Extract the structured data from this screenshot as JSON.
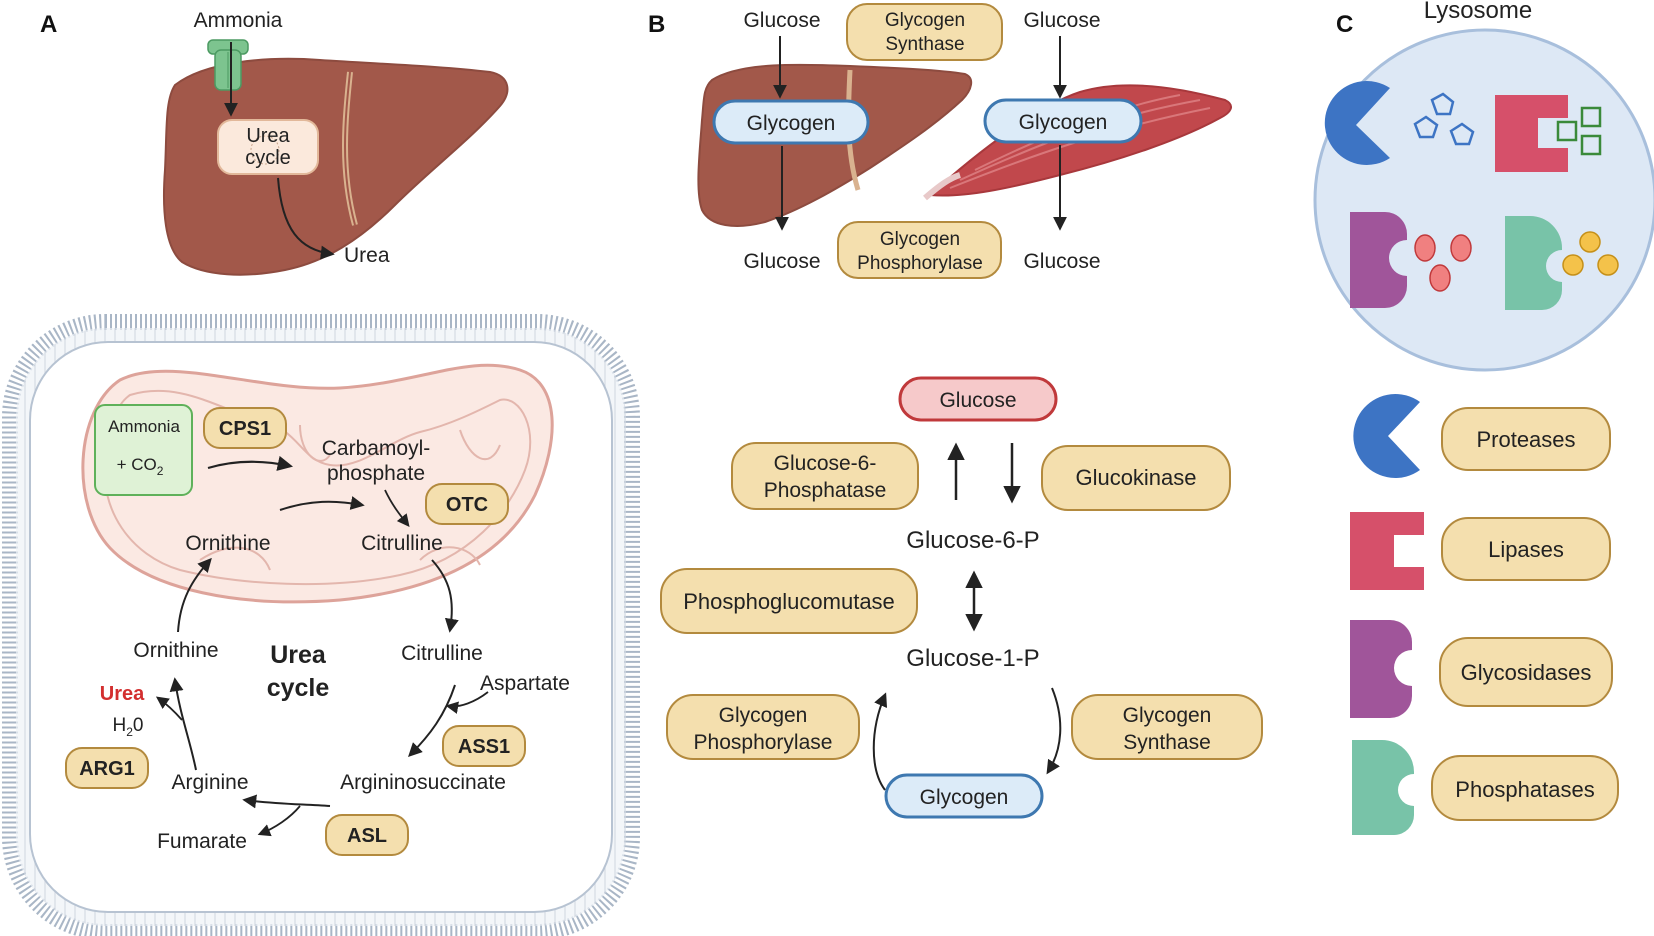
{
  "colors": {
    "enzyme_fill": "#f4dfae",
    "enzyme_stroke": "#b38a3e",
    "glycogen_fill": "#dcebf8",
    "glycogen_stroke": "#3e78b0",
    "glucose_fill": "#f6c9ca",
    "glucose_stroke": "#c0393b",
    "liver": "#a2584a",
    "muscle": "#c1484c",
    "lysosome_fill": "#dde8f5",
    "lysosome_stroke": "#a8bfdc",
    "membrane": "#a9b6c6",
    "mito_fill": "#fbe9e3",
    "mito_stroke": "#dda39a",
    "protease": "#3d74c4",
    "lipase": "#d6506a",
    "glycosidase": "#a0559a",
    "phosphatase": "#78c3a8",
    "urea_red": "#d32f2f"
  },
  "icons": {
    "protease": "pacman-enzyme-icon",
    "lipase": "notched-rectangle-enzyme-icon",
    "glycosidase": "half-round-enzyme-icon",
    "phosphatase": "half-round-enzyme-icon",
    "liver": "liver-organ-icon",
    "muscle": "muscle-organ-icon",
    "channel": "ammonia-channel-icon"
  },
  "panel_a": {
    "letter": "A",
    "liver": {
      "ammonia": "Ammonia",
      "urea_cycle_line1": "Urea",
      "urea_cycle_line2": "cycle",
      "urea": "Urea"
    },
    "cell": {
      "ammonia": "Ammonia",
      "co2_prefix": "+ CO",
      "co2_sub": "2",
      "cps1": "CPS1",
      "carbamoyl_line1": "Carbamoyl-",
      "carbamoyl_line2": "phosphate",
      "otc": "OTC",
      "ornithine_mito": "Ornithine",
      "citrulline_mito": "Citrulline",
      "ornithine": "Ornithine",
      "citrulline": "Citrulline",
      "aspartate": "Aspartate",
      "ass1": "ASS1",
      "argininosuccinate": "Argininosuccinate",
      "asl": "ASL",
      "fumarate": "Fumarate",
      "arginine": "Arginine",
      "arg1": "ARG1",
      "urea": "Urea",
      "water_h": "H",
      "water_sub": "2",
      "water_o": "0",
      "center_line1": "Urea",
      "center_line2": "cycle"
    }
  },
  "panel_b": {
    "letter": "B",
    "top": {
      "glucose_left_top": "Glucose",
      "glycogen_synthase_line1": "Glycogen",
      "glycogen_synthase_line2": "Synthase",
      "glucose_right_top": "Glucose",
      "glycogen_left": "Glycogen",
      "glycogen_right": "Glycogen",
      "glucose_left_bottom": "Glucose",
      "glycogen_phosphorylase_line1": "Glycogen",
      "glycogen_phosphorylase_line2": "Phosphorylase",
      "glucose_right_bottom": "Glucose"
    },
    "pathway": {
      "glucose": "Glucose",
      "g6pase_line1": "Glucose-6-",
      "g6pase_line2": "Phosphatase",
      "glucokinase": "Glucokinase",
      "g6p": "Glucose-6-P",
      "pgm": "Phosphoglucomutase",
      "g1p": "Glucose-1-P",
      "gp_line1": "Glycogen",
      "gp_line2": "Phosphorylase",
      "gs_line1": "Glycogen",
      "gs_line2": "Synthase",
      "glycogen": "Glycogen"
    }
  },
  "panel_c": {
    "letter": "C",
    "lysosome": "Lysosome",
    "legend": [
      "Proteases",
      "Lipases",
      "Glycosidases",
      "Phosphatases"
    ]
  }
}
